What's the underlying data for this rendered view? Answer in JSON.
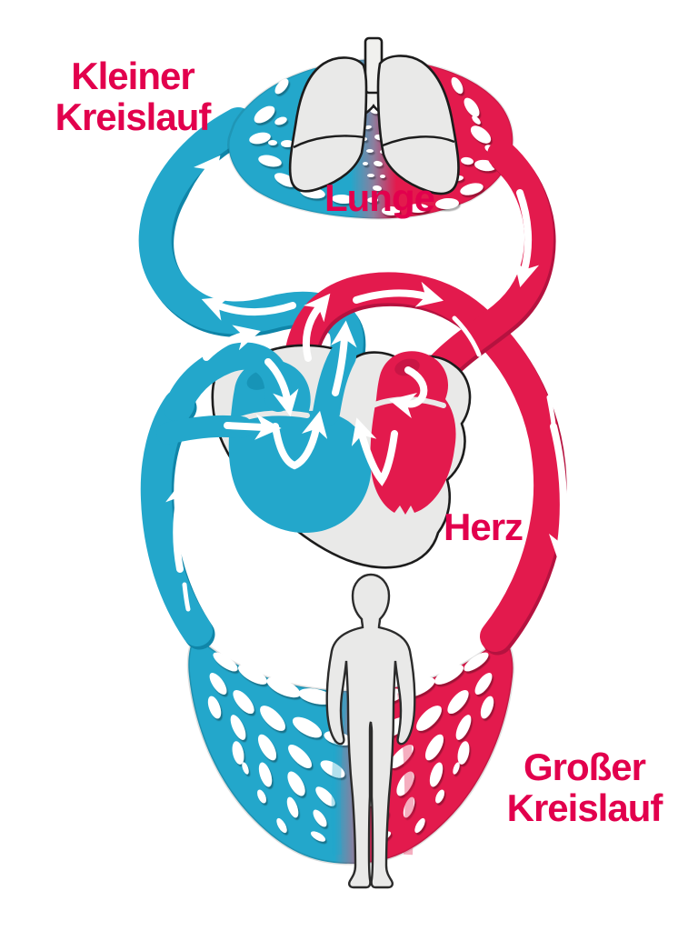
{
  "labels": {
    "pulmonary_circuit": "Kleiner\nKreislauf",
    "lung": "Lunge",
    "heart": "Herz",
    "systemic_circuit": "Großer\nKreislauf"
  },
  "colors": {
    "label-red": "#e2004d",
    "vessel-red": "#e31a4d",
    "vessel-red-dark": "#b5123f",
    "vessel-blue": "#23a7cb",
    "vessel-blue-dark": "#0f85a8",
    "organ-gray": "#e9e9e8",
    "outline-dark": "#1c1c1c",
    "capillary-blend": "#8b7f9e",
    "background": "#ffffff"
  },
  "icons": {
    "lungs": "lungs-illustration",
    "heart": "heart-illustration",
    "body": "human-body-silhouette",
    "arrows": "blood-flow-direction-arrows"
  }
}
